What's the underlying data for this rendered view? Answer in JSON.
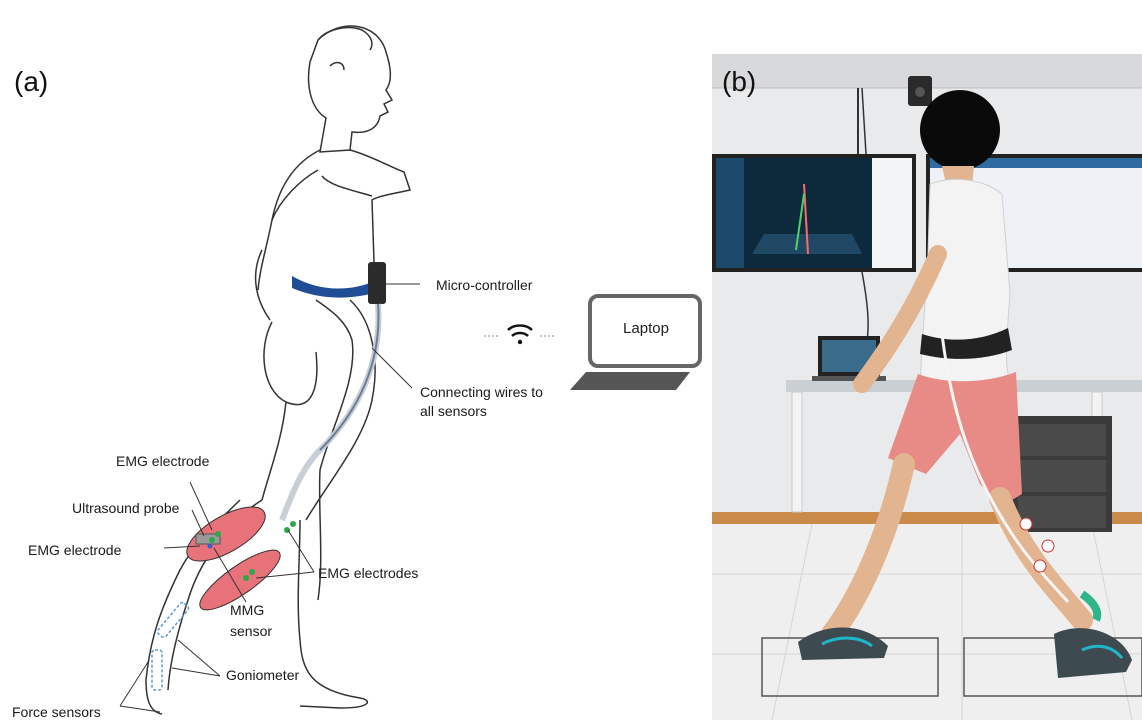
{
  "panel_a": {
    "tag": "(a)",
    "labels": {
      "micro_controller": "Micro-controller",
      "laptop": "Laptop",
      "wires_line1": "Connecting wires to",
      "wires_line2": "all sensors",
      "emg_electrode_top": "EMG electrode",
      "ultrasound_probe": "Ultrasound probe",
      "emg_electrode_left": "EMG electrode",
      "emg_electrodes": "EMG electrodes",
      "mmg_line1": "MMG",
      "mmg_line2": "sensor",
      "goniometer": "Goniometer",
      "force_sensors": "Force sensors"
    }
  },
  "panel_b": {
    "tag": "(b)"
  },
  "colors": {
    "belt": "#1f4e96",
    "muscle": "#e8727a",
    "sensor_dashed": "#5b9bd5",
    "electrode": "#2aa84a",
    "controller": "#2b2b2b",
    "shorts": "#e88a86",
    "shirt": "#f3f3f3",
    "shoes": "#3d4a4f",
    "shoe_accent": "#1fb6c9"
  }
}
